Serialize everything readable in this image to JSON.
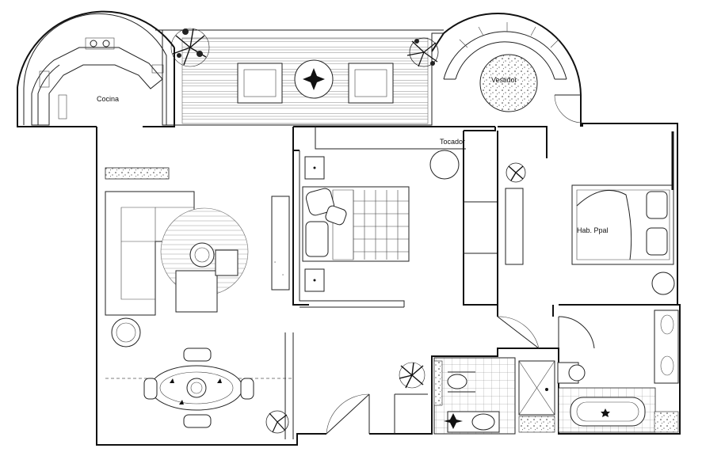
{
  "plan": {
    "rooms": {
      "kitchen": "Cocina",
      "closet": "Vestidor",
      "vanity": "Tocador",
      "master_bedroom": "Hab. Ppal"
    },
    "colors": {
      "line": "#111111",
      "background": "#ffffff"
    }
  }
}
